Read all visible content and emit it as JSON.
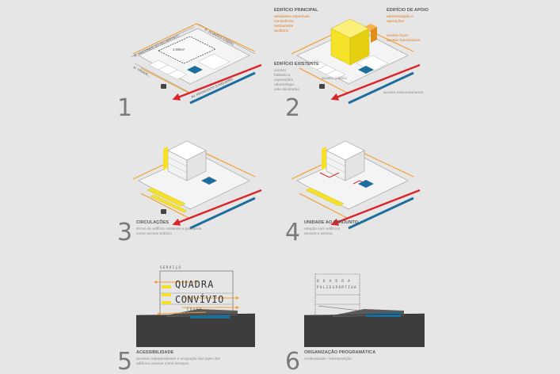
{
  "colors": {
    "background": "#e6e6e6",
    "yellow": "#f5e228",
    "orange": "#f0a030",
    "red": "#d9252b",
    "blue": "#1d6e9c",
    "ground": "#3d3d3d",
    "label_orange": "#e07a1f",
    "label_gray": "#8c8c8c"
  },
  "panel1": {
    "number": "1",
    "streets": {
      "visconde": "R. VISCONDE DO RIO BRANCO",
      "alvares": "R. ÁLVARES CABRAL",
      "tiradentes": "R. TIRADE...",
      "francisco": "AV. FRANCISCO JUNQUEIRA"
    },
    "area": "3.906m²"
  },
  "panel2": {
    "number": "2",
    "principal_title": "EDIFÍCIO PRINCIPAL",
    "principal_items": [
      "atividades esportivas",
      "convivência",
      "restaurante",
      "auditório"
    ],
    "apoio_title": "EDIFÍCIO DE APOIO",
    "apoio_items": [
      "administração e",
      "operações"
    ],
    "foyer": [
      "acesso foyer",
      "acesso funcionários"
    ],
    "existente_title": "EDIFÍCIO EXISTENTE",
    "existente_items": [
      "acesso",
      "biblioteca",
      "exposições",
      "odontologia",
      "sala atividades"
    ],
    "acesso_publico": "acesso público",
    "acesso_estacionamento": "acesso estacionamento"
  },
  "panel3": {
    "number": "3",
    "title": "CIRCULAÇÕES",
    "lines": [
      "térreo do edifício existente e passarela",
      "como acesso público"
    ]
  },
  "panel4": {
    "number": "4",
    "title": "UNIDADE AO CONJUNTO",
    "lines": [
      "relação com edifícios",
      "anexos e piscina"
    ]
  },
  "panel5": {
    "number": "5",
    "title": "ACESSIBILIDADE",
    "lines": [
      "acessos independentes e ocupação das lajes dos",
      "edifícios anexos como terraços"
    ],
    "servico": "SERVIÇO",
    "quadra_label": "QUADRA",
    "convivio": "CONVÍVIO",
    "foyer": "FOYER",
    "acesso_publico": "ACESSO PÚBLICO"
  },
  "panel6": {
    "number": "6",
    "title": "ORGANIZAÇÃO PROGRAMÁTICA",
    "lines": [
      "continuidade / sobreposição"
    ],
    "quadra": "Q U A D R A",
    "poliesportiva": "POLIESPORTIVA"
  }
}
